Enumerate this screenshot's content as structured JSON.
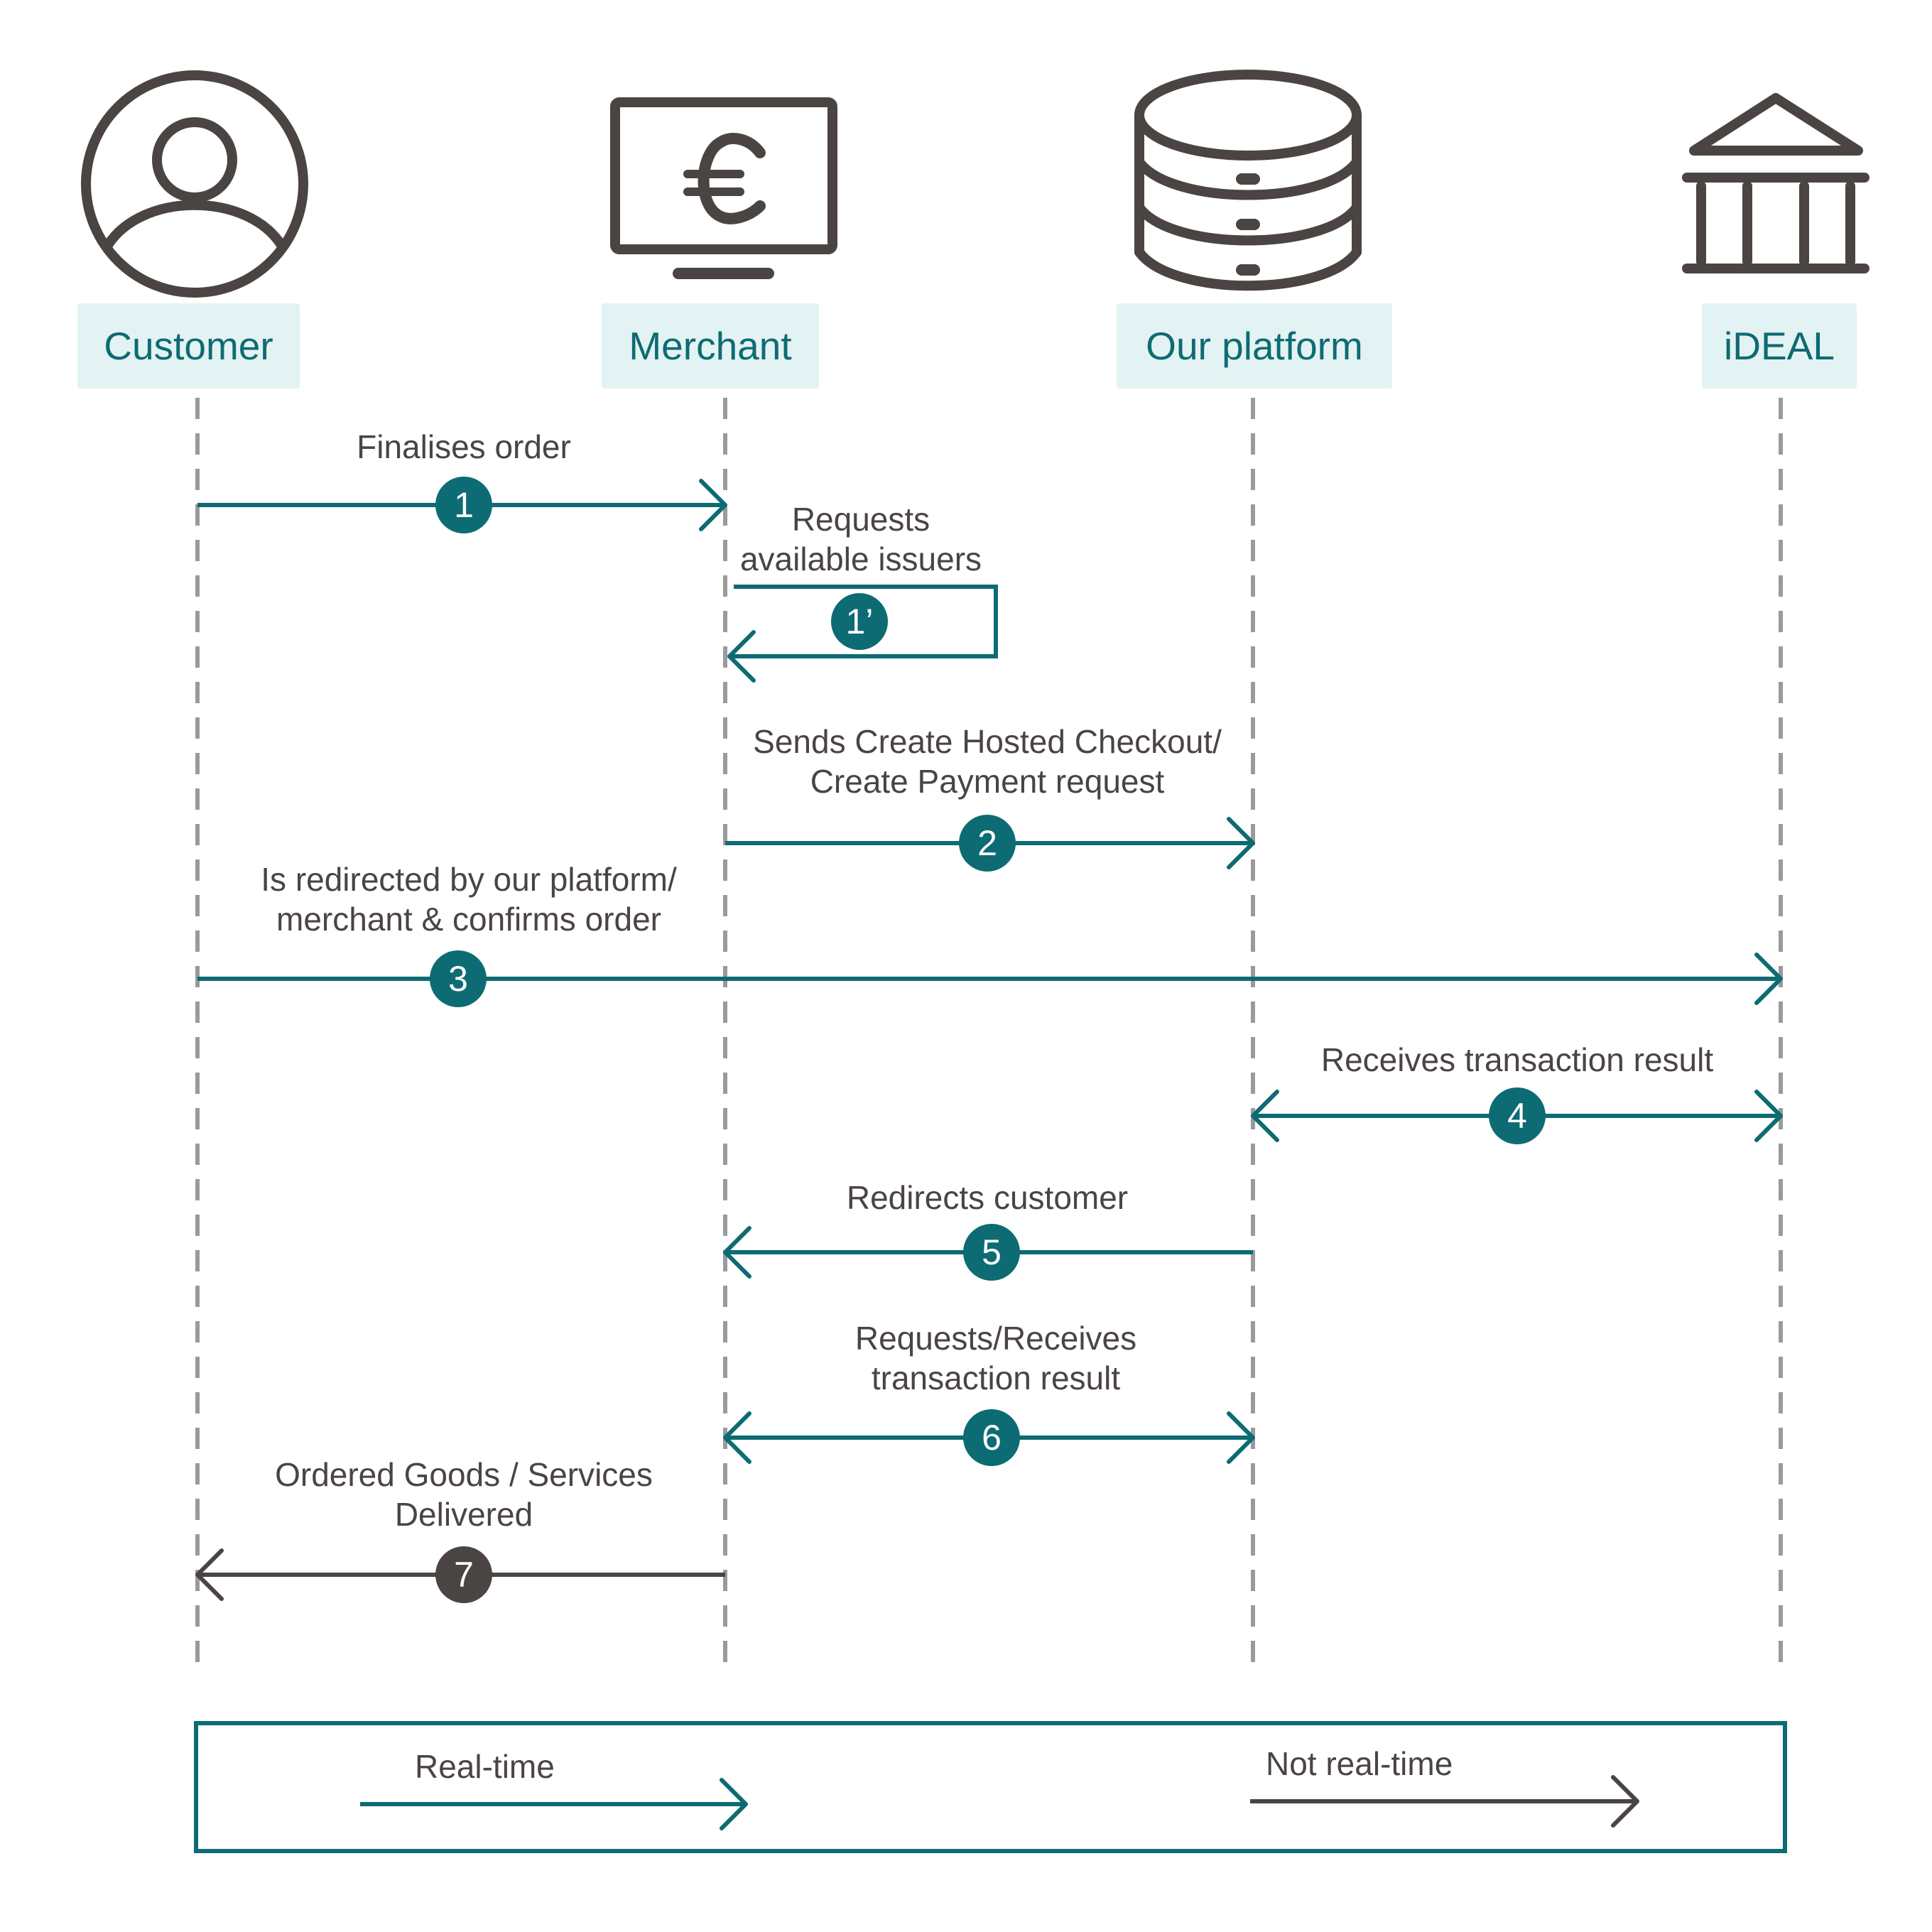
{
  "colors": {
    "real_time": "#0d6b73",
    "not_real_time": "#4a4443",
    "label_bg": "#e3f2f2",
    "lifeline": "#9a9a9a"
  },
  "actors": [
    {
      "label": "Customer",
      "icon": "person-icon"
    },
    {
      "label": "Merchant",
      "icon": "monitor-euro-icon"
    },
    {
      "label": "Our platform",
      "icon": "database-icon"
    },
    {
      "label": "iDEAL",
      "icon": "bank-icon"
    }
  ],
  "messages": [
    {
      "step": "1",
      "label": "Finalises order",
      "kind": "real-time"
    },
    {
      "step": "1’",
      "label": "Requests\navailable issuers",
      "kind": "real-time"
    },
    {
      "step": "2",
      "label": "Sends Create Hosted Checkout/\nCreate Payment request",
      "kind": "real-time"
    },
    {
      "step": "3",
      "label": "Is redirected by our platform/\nmerchant & confirms order",
      "kind": "real-time"
    },
    {
      "step": "4",
      "label": "Receives transaction result",
      "kind": "real-time"
    },
    {
      "step": "5",
      "label": "Redirects customer",
      "kind": "real-time"
    },
    {
      "step": "6",
      "label": "Requests/Receives\ntransaction result",
      "kind": "real-time"
    },
    {
      "step": "7",
      "label": "Ordered Goods / Services\nDelivered",
      "kind": "not-real-time"
    }
  ],
  "legend": {
    "real_time": "Real-time",
    "not_real_time": "Not real-time"
  }
}
